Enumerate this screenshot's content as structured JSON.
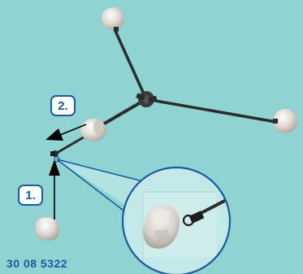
{
  "steps": [
    {
      "label": "1."
    },
    {
      "label": "2."
    }
  ],
  "part_number": "30 08 5322",
  "colors": {
    "background": "#8fd3d3",
    "accent_blue": "#1a5a9e",
    "connector_dark": "#2d2d2d",
    "cap_light": "#ddd8cf"
  }
}
